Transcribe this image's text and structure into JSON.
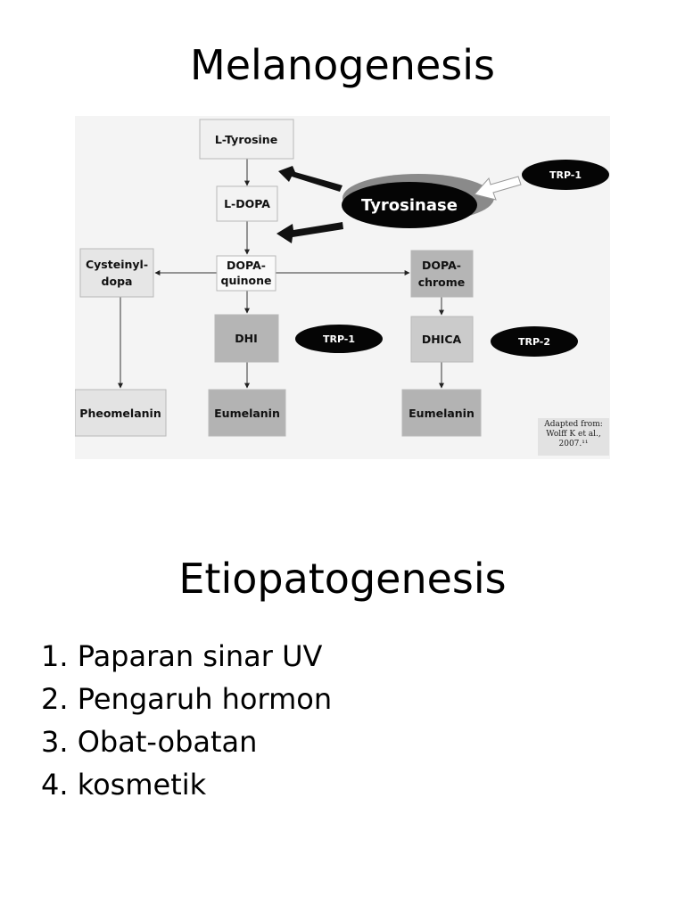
{
  "slide": {
    "title_top": "Melanogenesis",
    "title_bottom": "Etiopatogenesis"
  },
  "diagram": {
    "nodes": {
      "l_tyrosine": "L-Tyrosine",
      "l_dopa": "L-DOPA",
      "dopa_quinone_1": "DOPA-",
      "dopa_quinone_2": "quinone",
      "cysteinyl_1": "Cysteinyl-",
      "cysteinyl_2": "dopa",
      "dopachrome_1": "DOPA-",
      "dopachrome_2": "chrome",
      "dhi": "DHI",
      "dhica": "DHICA",
      "pheomelanin": "Pheomelanin",
      "eumelanin_left": "Eumelanin",
      "eumelanin_right": "Eumelanin"
    },
    "enzymes": {
      "tyrosinase": "Tyrosinase",
      "trp1_top": "TRP-1",
      "trp1_mid": "TRP-1",
      "trp2": "TRP-2"
    },
    "citation": {
      "line1": "Adapted from:",
      "line2": "Wolff K et al.,",
      "line3": "2007.¹¹"
    }
  },
  "etiology_list": [
    "1. Paparan sinar UV",
    "2. Pengaruh hormon",
    "3. Obat-obatan",
    "4. kosmetik"
  ]
}
